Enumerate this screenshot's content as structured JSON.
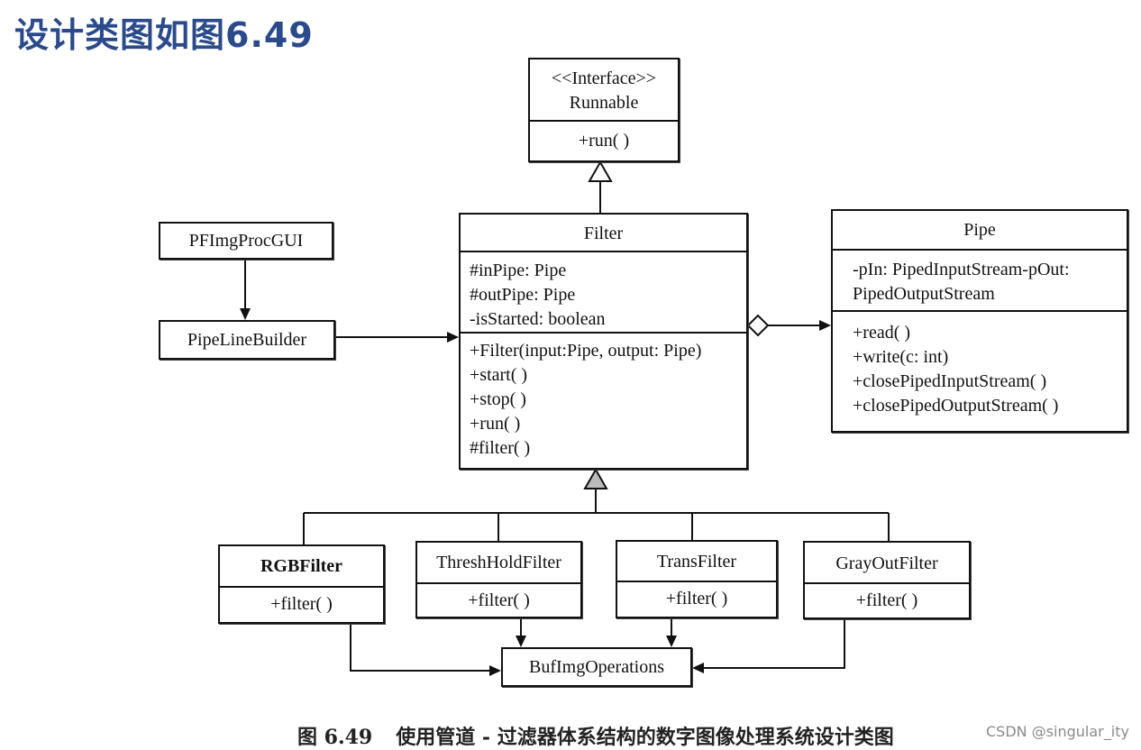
{
  "page_heading": "设计类图如图6.49",
  "classes": {
    "runnable": {
      "stereotype": "<<Interface>>",
      "name": "Runnable",
      "methods": [
        "+run( )"
      ]
    },
    "filter": {
      "name": "Filter",
      "attributes": [
        "#inPipe: Pipe",
        "#outPipe: Pipe",
        "-isStarted: boolean"
      ],
      "methods": [
        "+Filter(input:Pipe, output: Pipe)",
        "+start( )",
        "+stop( )",
        "+run( )",
        "#filter( )"
      ]
    },
    "pipe": {
      "name": "Pipe",
      "attributes": [
        "-pIn: PipedInputStream-pOut:",
        "PipedOutputStream"
      ],
      "methods": [
        "+read( )",
        "+write(c: int)",
        "+closePipedInputStream( )",
        "+closePipedOutputStream( )"
      ]
    },
    "pfimgprocgui": {
      "name": "PFImgProcGUI"
    },
    "pipelinebuilder": {
      "name": "PipeLineBuilder"
    },
    "rgbfilter": {
      "name": "RGBFilter",
      "methods": [
        "+filter( )"
      ]
    },
    "threshholdfilter": {
      "name": "ThreshHoldFilter",
      "methods": [
        "+filter( )"
      ]
    },
    "transfilter": {
      "name": "TransFilter",
      "methods": [
        "+filter( )"
      ]
    },
    "grayoutfilter": {
      "name": "GrayOutFilter",
      "methods": [
        "+filter( )"
      ]
    },
    "bufimgoperations": {
      "name": "BufImgOperations"
    }
  },
  "caption": {
    "number": "图 6.49",
    "text": "使用管道 - 过滤器体系结构的数字图像处理系统设计类图"
  },
  "watermark": "CSDN @singular_ity",
  "colors": {
    "heading": "#2b4a8b",
    "line": "#111111",
    "arrow_fill_gray": "#bbbbbb"
  }
}
